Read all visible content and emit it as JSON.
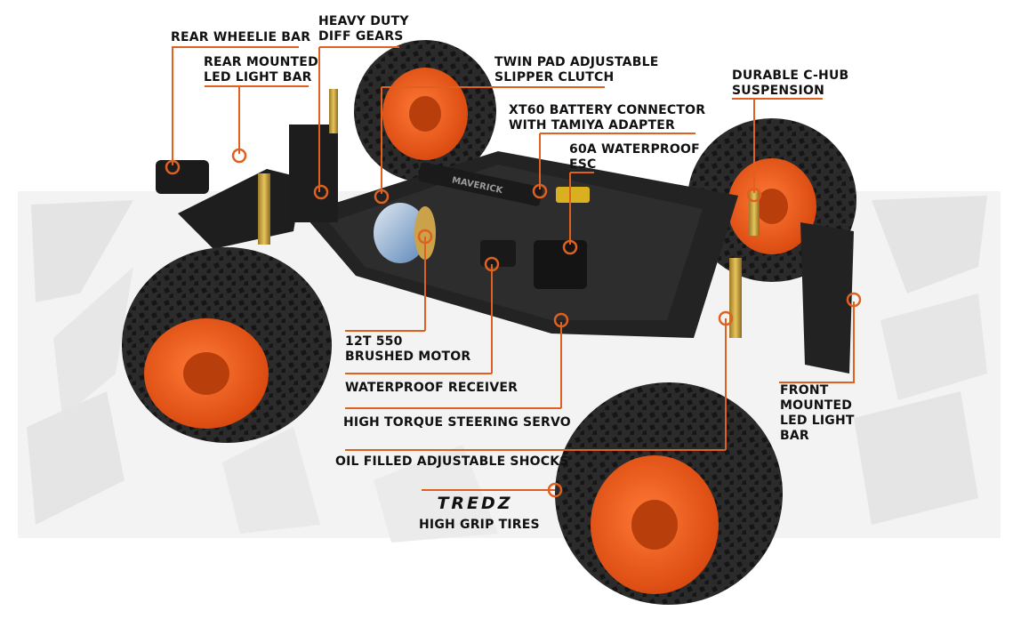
{
  "colors": {
    "callout_line": "#e0601f",
    "label_text": "#111111",
    "wheel_orange": "#f05a1a",
    "tire_black": "#262626",
    "chassis_black": "#1c1c1c",
    "background_shape": "#e9e9e9"
  },
  "labels": {
    "rear_wheelie_bar": "REAR WHEELIE BAR",
    "rear_led_1": "REAR MOUNTED",
    "rear_led_2": "LED LIGHT BAR",
    "diff_1": "HEAVY DUTY",
    "diff_2": "DIFF GEARS",
    "slipper_1": "TWIN PAD ADJUSTABLE",
    "slipper_2": "SLIPPER CLUTCH",
    "xt60_1": "XT60 BATTERY CONNECTOR",
    "xt60_2": "WITH TAMIYA ADAPTER",
    "esc_1": "60A WATERPROOF",
    "esc_2": "ESC",
    "chub_1": "DURABLE C-HUB",
    "chub_2": "SUSPENSION",
    "motor_1": "12T 550",
    "motor_2": "BRUSHED MOTOR",
    "receiver": "WATERPROOF RECEIVER",
    "servo": "HIGH TORQUE STEERING SERVO",
    "shocks": "OIL FILLED ADJUSTABLE SHOCKS",
    "front_led_1": "FRONT",
    "front_led_2": "MOUNTED",
    "front_led_3": "LED LIGHT",
    "front_led_4": "BAR",
    "tires_brand": "TREDZ",
    "tires": "HIGH GRIP TIRES",
    "battery_brand": "MAVERICK"
  }
}
